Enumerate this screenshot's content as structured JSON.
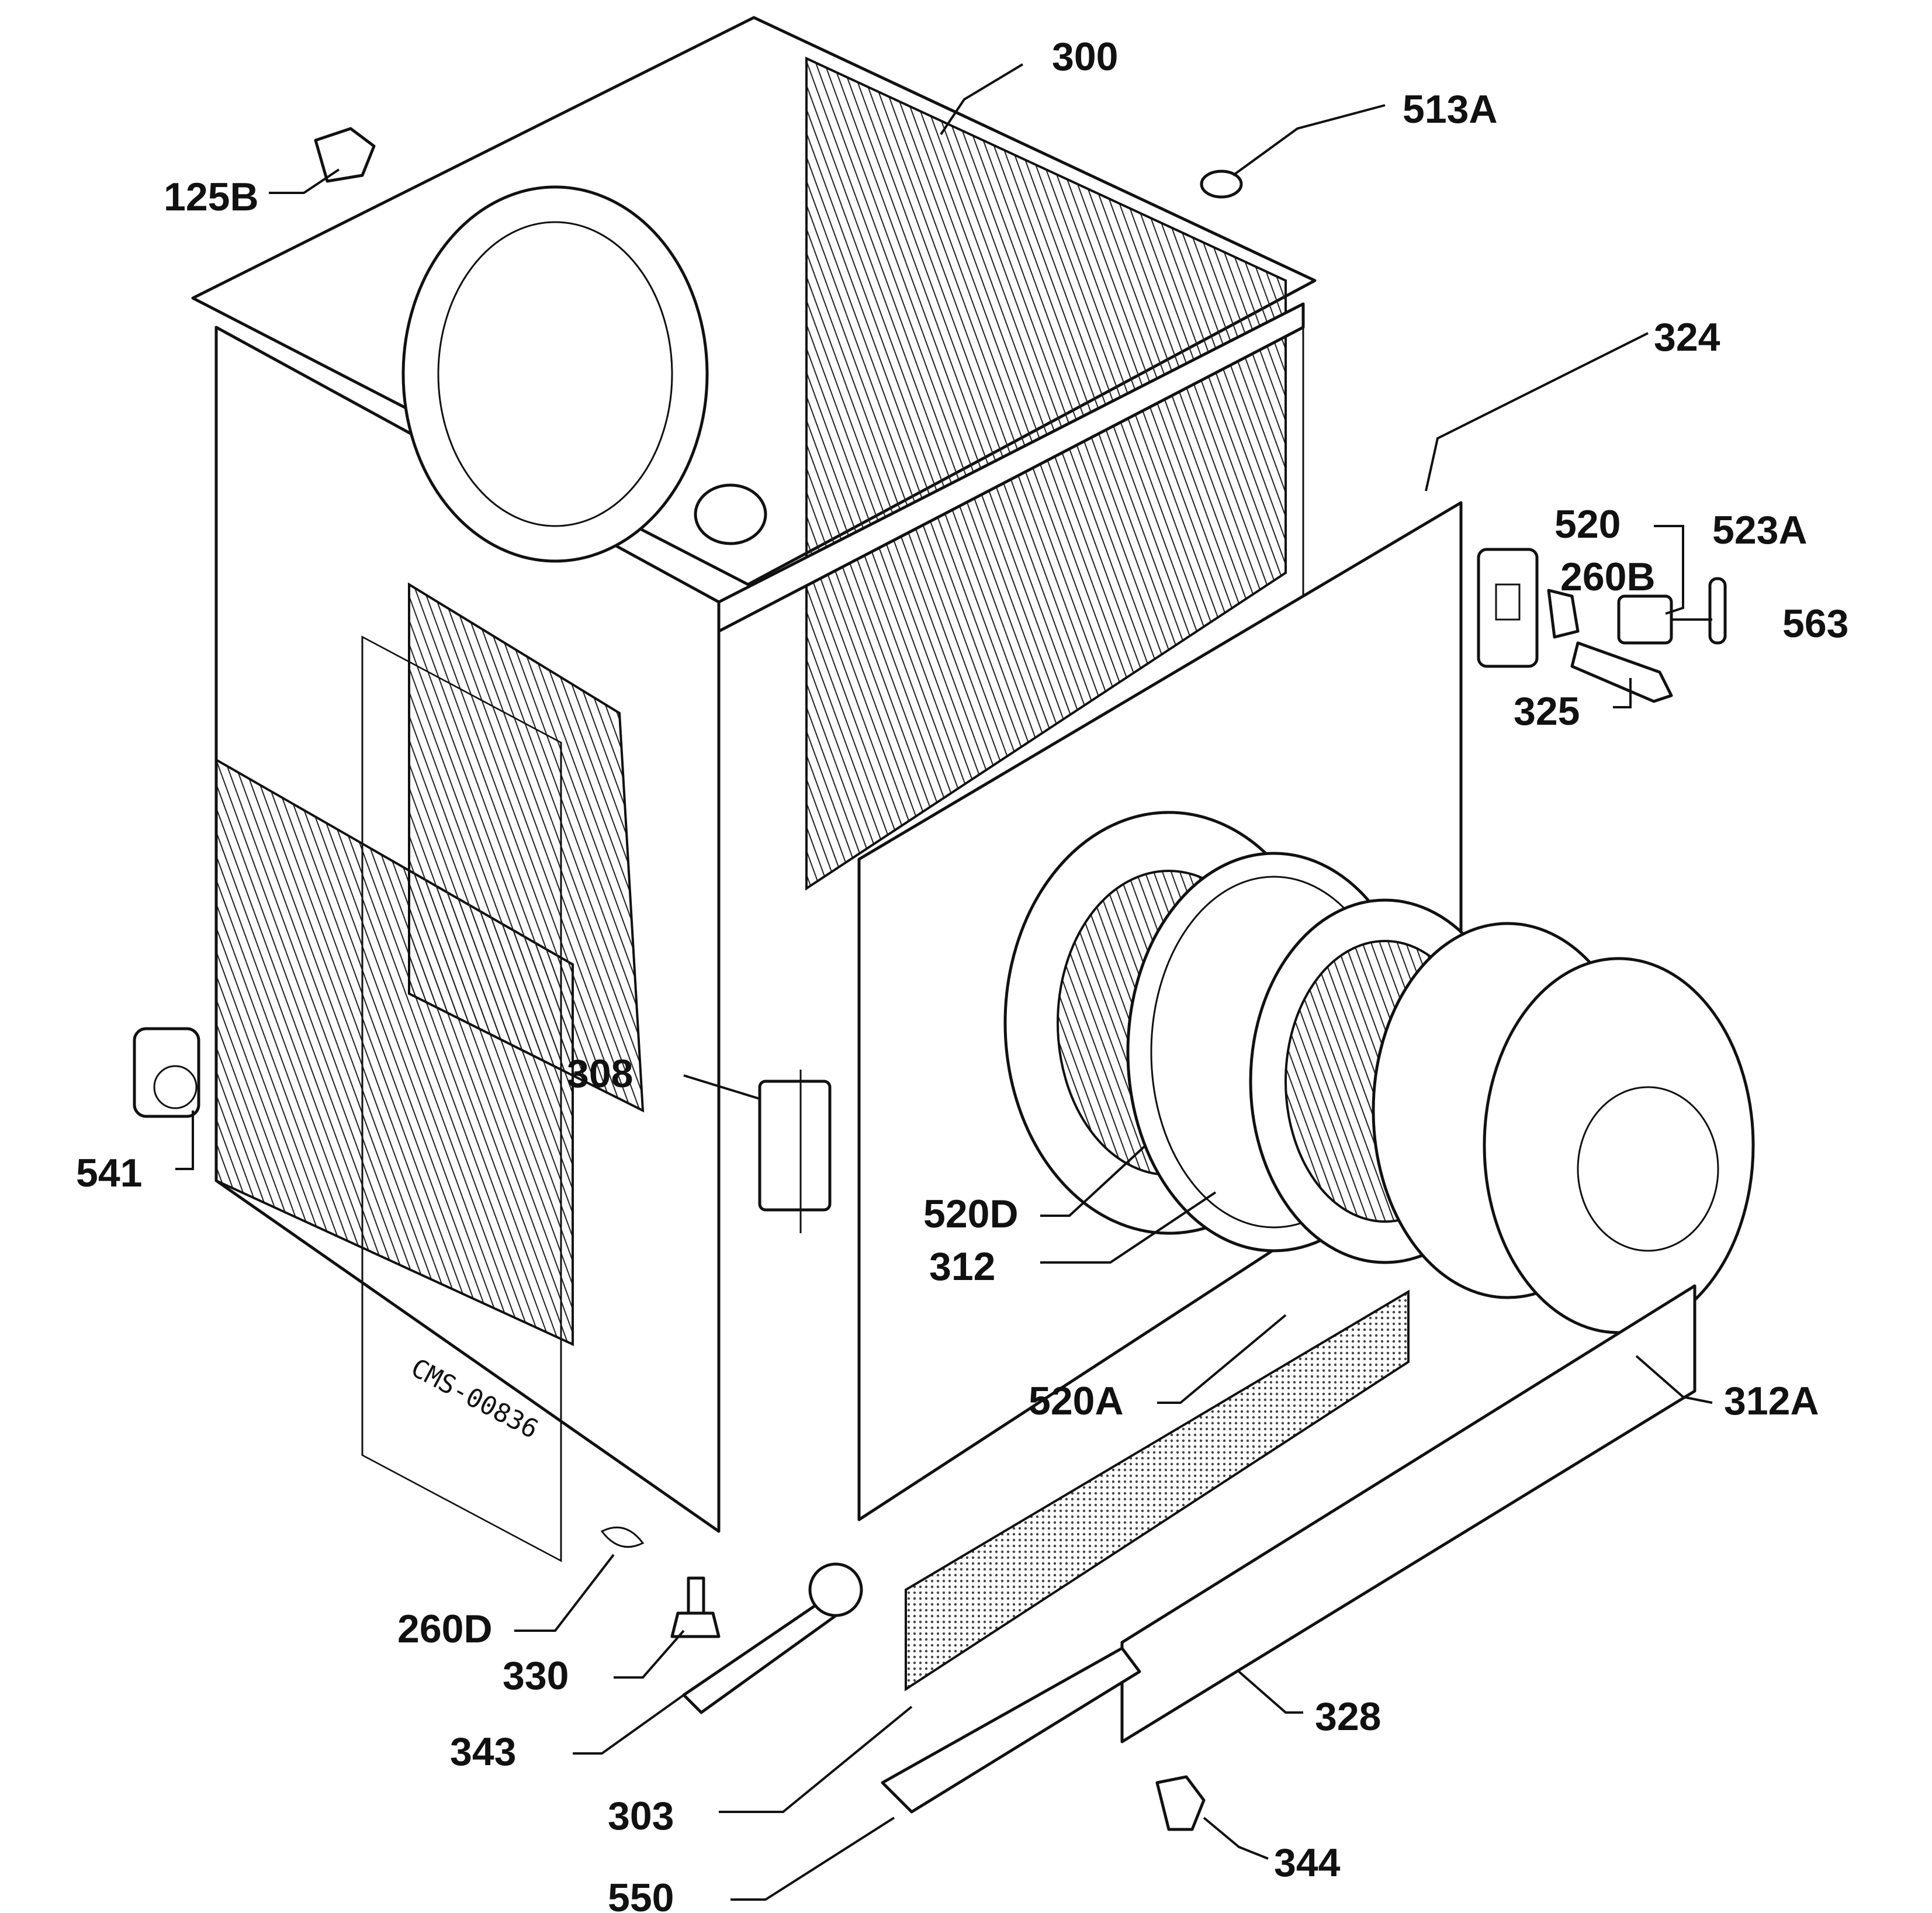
{
  "stamp": "CMS-00836",
  "callouts": [
    {
      "id": "300",
      "text": "300"
    },
    {
      "id": "513A",
      "text": "513A"
    },
    {
      "id": "125B",
      "text": "125B"
    },
    {
      "id": "324",
      "text": "324"
    },
    {
      "id": "520",
      "text": "520"
    },
    {
      "id": "523A",
      "text": "523A"
    },
    {
      "id": "260B",
      "text": "260B"
    },
    {
      "id": "563",
      "text": "563"
    },
    {
      "id": "325",
      "text": "325"
    },
    {
      "id": "308",
      "text": "308"
    },
    {
      "id": "541",
      "text": "541"
    },
    {
      "id": "520D",
      "text": "520D"
    },
    {
      "id": "312",
      "text": "312"
    },
    {
      "id": "520A",
      "text": "520A"
    },
    {
      "id": "312A",
      "text": "312A"
    },
    {
      "id": "260D",
      "text": "260D"
    },
    {
      "id": "330",
      "text": "330"
    },
    {
      "id": "343",
      "text": "343"
    },
    {
      "id": "328",
      "text": "328"
    },
    {
      "id": "303",
      "text": "303"
    },
    {
      "id": "344",
      "text": "344"
    },
    {
      "id": "550",
      "text": "550"
    }
  ]
}
